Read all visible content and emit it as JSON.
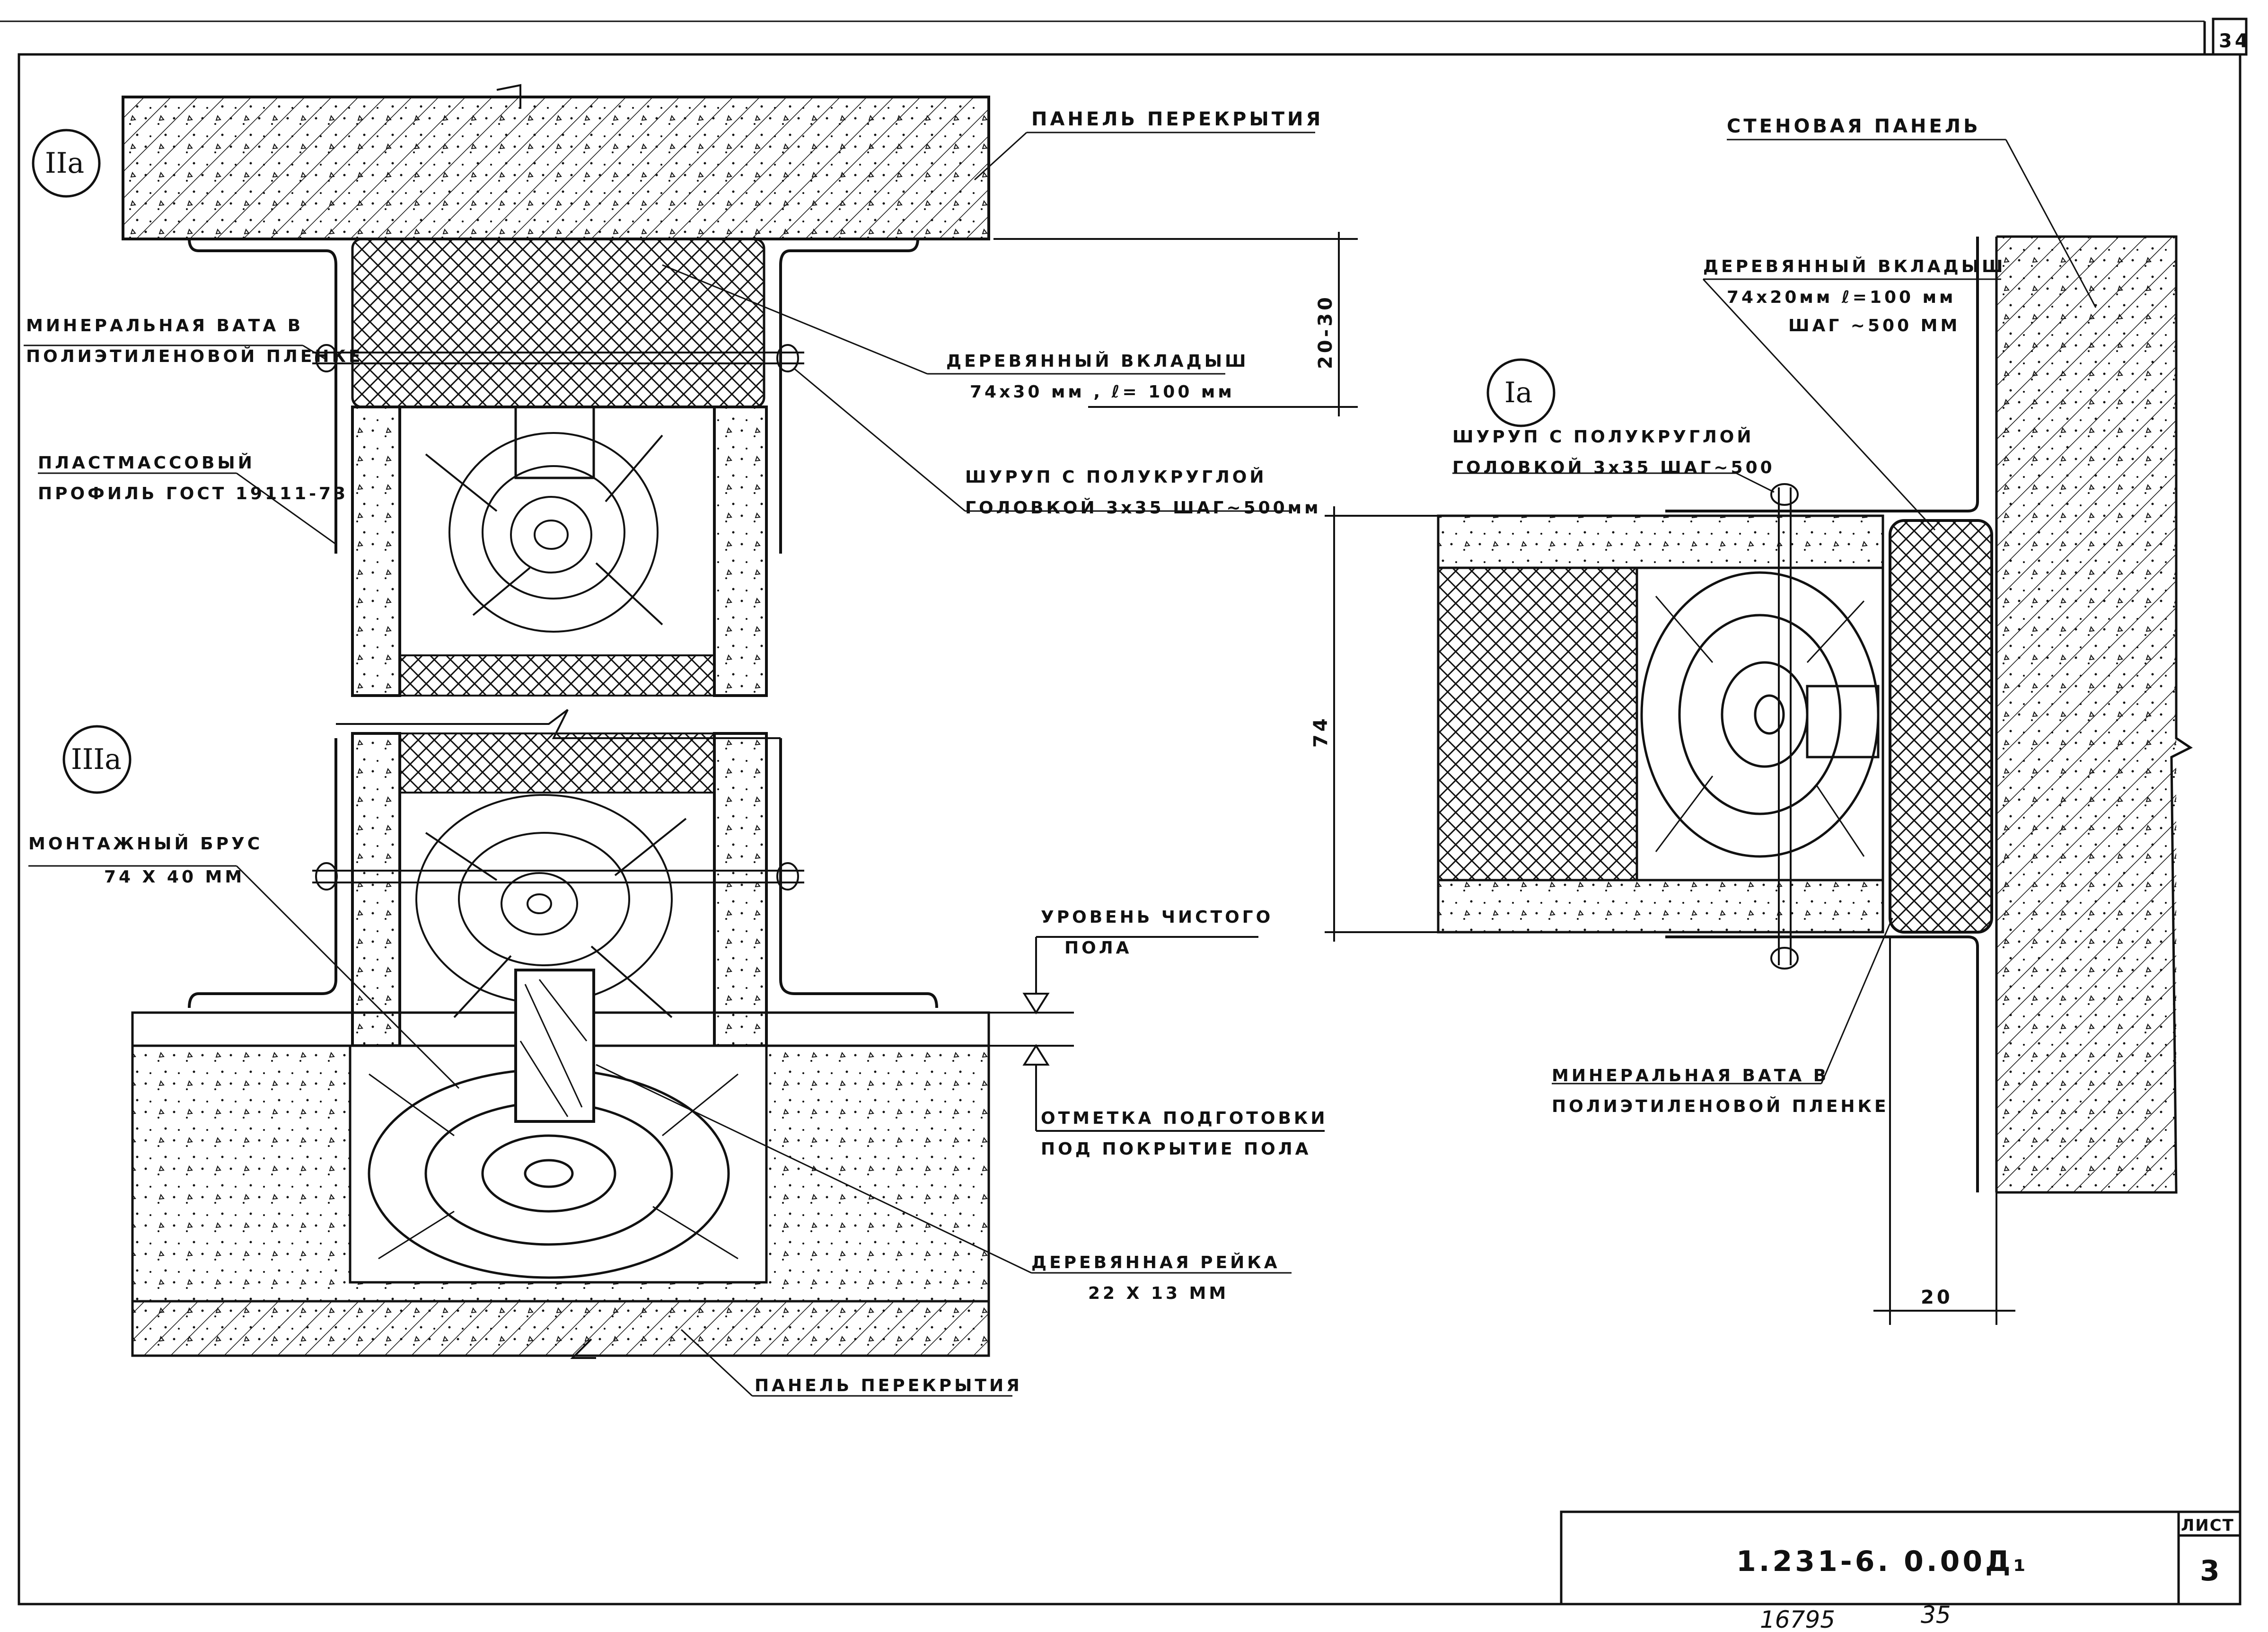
{
  "page_number": "34",
  "detail_markers": [
    "IIa",
    "IIIa",
    "Ia"
  ],
  "labels": {
    "floor_panel_top": "ПАНЕЛЬ ПЕРЕКРЫТИЯ",
    "mineral_wool_1": "МИНЕРАЛЬНАЯ ВАТА В",
    "mineral_wool_2": "ПОЛИЭТИЛЕНОВОЙ ПЛЕНКЕ",
    "plastic_profile_1": "ПЛАСТМАССОВЫЙ",
    "plastic_profile_2": "ПРОФИЛЬ ГОСТ 19111-73",
    "wood_insert_1": "ДЕРЕВЯННЫЙ ВКЛАДЫШ",
    "wood_insert_2": "74х30 мм , ℓ= 100 мм",
    "screw_1": "ШУРУП С ПОЛУКРУГЛОЙ",
    "screw_2": "ГОЛОВКОЙ 3х35 ШАГ~500мм",
    "dim_20_30": "20-30",
    "mount_beam_1": "МОНТАЖНЫЙ БРУС",
    "mount_beam_2": "74 Х 40 ММ",
    "floor_level_1": "УРОВЕНЬ ЧИСТОГО",
    "floor_level_2": "ПОЛА",
    "prep_mark_1": "ОТМЕТКА ПОДГОТОВКИ",
    "prep_mark_2": "ПОД ПОКРЫТИЕ ПОЛА",
    "wood_strip_1": "ДЕРЕВЯННАЯ РЕЙКА",
    "wood_strip_2": "22 Х 13 ММ",
    "floor_panel_bottom": "ПАНЕЛЬ ПЕРЕКРЫТИЯ",
    "wall_panel": "СТЕНОВАЯ ПАНЕЛЬ",
    "wood_insert_r_1": "ДЕРЕВЯННЫЙ ВКЛАДЫШ",
    "wood_insert_r_2": "74х20мм  ℓ=100 мм",
    "wood_insert_r_3": "ШАГ ~500 ММ",
    "screw_r_1": "ШУРУП С ПОЛУКРУГЛОЙ",
    "screw_r_2": "ГОЛОВКОЙ 3х35 ШАГ~500",
    "dim_74": "74",
    "mineral_wool_r_1": "МИНЕРАЛЬНАЯ ВАТА В",
    "mineral_wool_r_2": "ПОЛИЭТИЛЕНОВОЙ ПЛЕНКЕ",
    "dim_20": "20"
  },
  "title_block": {
    "code": "1.231-6. 0.00Д₁",
    "sheet_label": "ЛИСТ",
    "sheet_number": "3"
  },
  "handwritten": {
    "left": "16795",
    "right": "35"
  }
}
